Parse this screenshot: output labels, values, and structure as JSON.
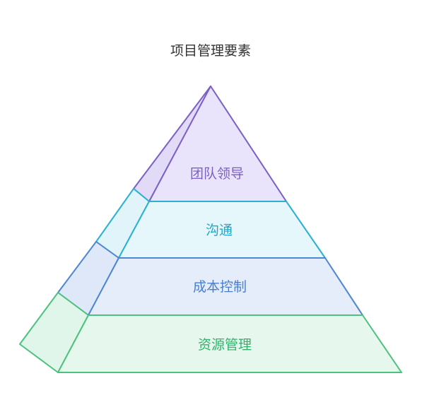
{
  "title": "项目管理要素",
  "layers": [
    {
      "label": "团队领导",
      "text_color": "#7c5fc8",
      "stroke": "#7c5fc8",
      "front_fill": "#e9e3fb",
      "side_fill": "#e2dbf8"
    },
    {
      "label": "沟通",
      "text_color": "#1fa7c9",
      "stroke": "#2bb2d0",
      "front_fill": "#e6f7fb",
      "side_fill": "#e0f4f9"
    },
    {
      "label": "成本控制",
      "text_color": "#4a7fd0",
      "stroke": "#4f86d4",
      "front_fill": "#e5edfa",
      "side_fill": "#dfe8f8"
    },
    {
      "label": "资源管理",
      "text_color": "#33b26a",
      "stroke": "#4dc27e",
      "front_fill": "#e6f8ee",
      "side_fill": "#e1f6ea"
    }
  ]
}
